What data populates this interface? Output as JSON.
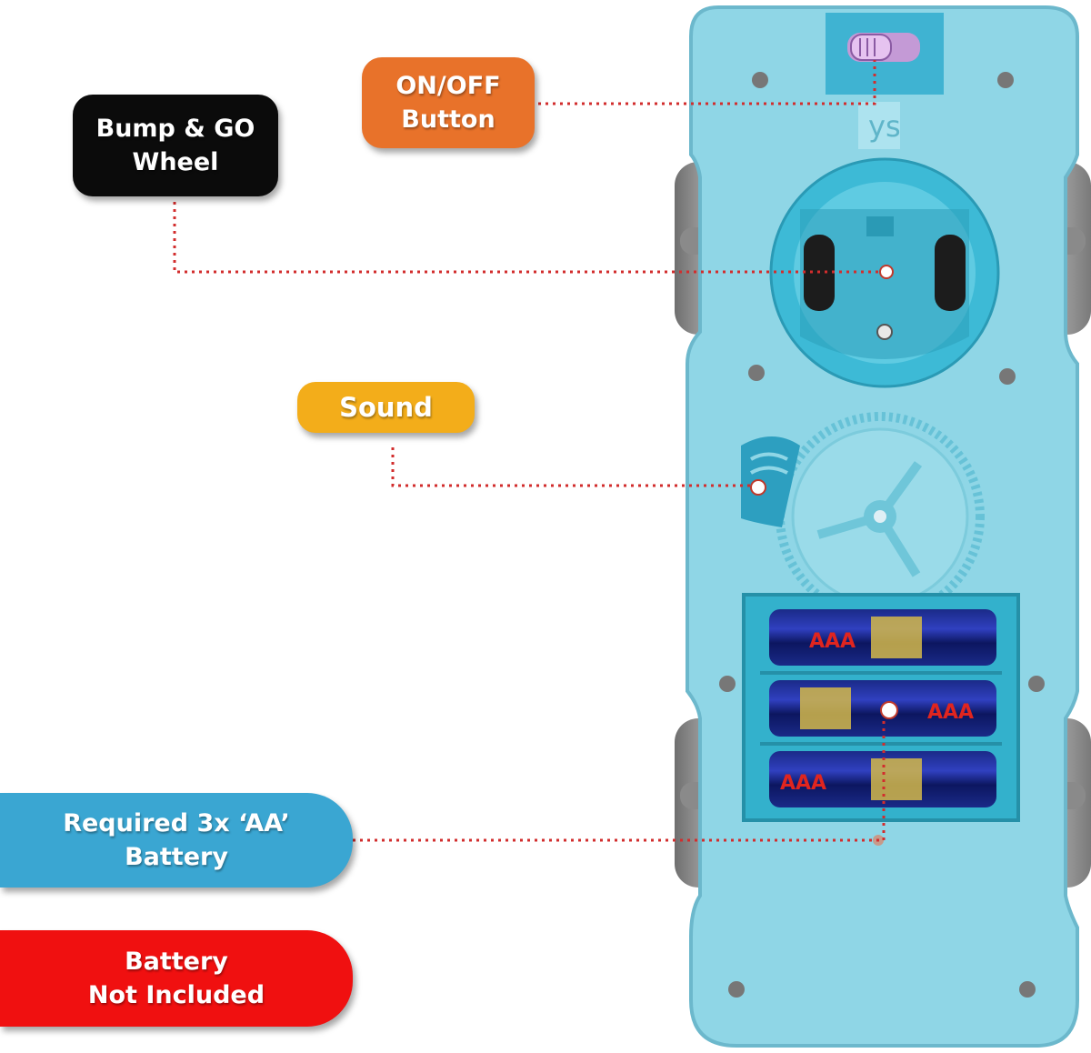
{
  "labels": {
    "on_off": "ON/OFF\nButton",
    "bump_go": "Bump & GO\nWheel",
    "sound": "Sound",
    "battery_required": "Required 3x ‘AA’\nBattery",
    "battery_not_included": "Battery\nNot Included"
  },
  "colors": {
    "on_off": "#e8722a",
    "bump_go": "#0b0b0b",
    "sound": "#f3ad1a",
    "battery_required": "#3aa6d2",
    "battery_not_included": "#f01010",
    "toy_body": "#8fd6e6",
    "leader_line": "#d22d2d"
  },
  "image": {
    "subject": "toy car underside with 3 AA batteries",
    "icons": [
      "wheel-icon",
      "battery-icon",
      "switch-icon",
      "gear-icon"
    ]
  }
}
